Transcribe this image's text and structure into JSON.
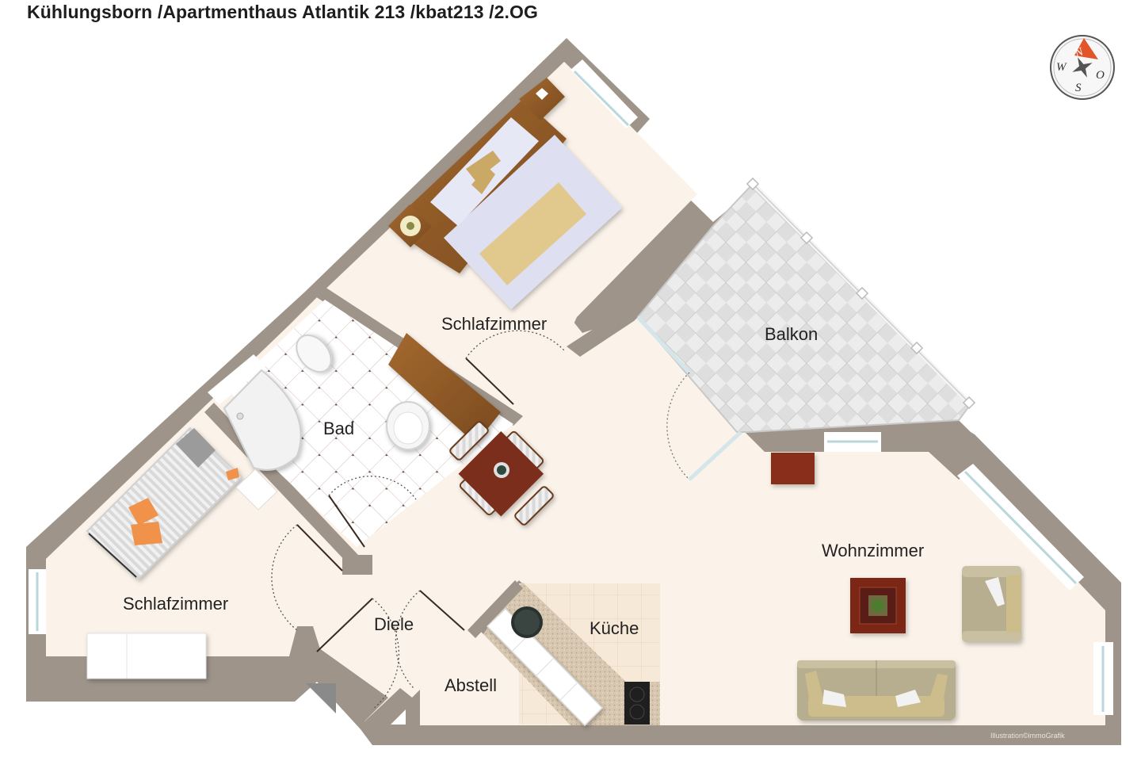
{
  "header": {
    "title": "Kühlungsborn /Apartmenthaus Atlantik 213 /kbat213 /2.OG"
  },
  "compass": {
    "icon": "compass-rose-icon",
    "letters": {
      "north": "N",
      "east": "O",
      "south": "S",
      "west": "W"
    },
    "north_color": "#e2552b"
  },
  "rooms": [
    {
      "id": "schlafzimmer-1",
      "label": "Schlafzimmer"
    },
    {
      "id": "balkon",
      "label": "Balkon"
    },
    {
      "id": "bad",
      "label": "Bad"
    },
    {
      "id": "schlafzimmer-2",
      "label": "Schlafzimmer"
    },
    {
      "id": "diele",
      "label": "Diele"
    },
    {
      "id": "kueche",
      "label": "Küche"
    },
    {
      "id": "abstell",
      "label": "Abstell"
    },
    {
      "id": "wohnzimmer",
      "label": "Wohnzimmer"
    }
  ],
  "credit": "Illustration©immoGrafik",
  "colors": {
    "wall": "#9e948a",
    "floor": "#fbf3ea",
    "balcony_tile": "#e4e4e4",
    "wood": "#8a5a2b",
    "window_glass": "#cfe3e8"
  }
}
